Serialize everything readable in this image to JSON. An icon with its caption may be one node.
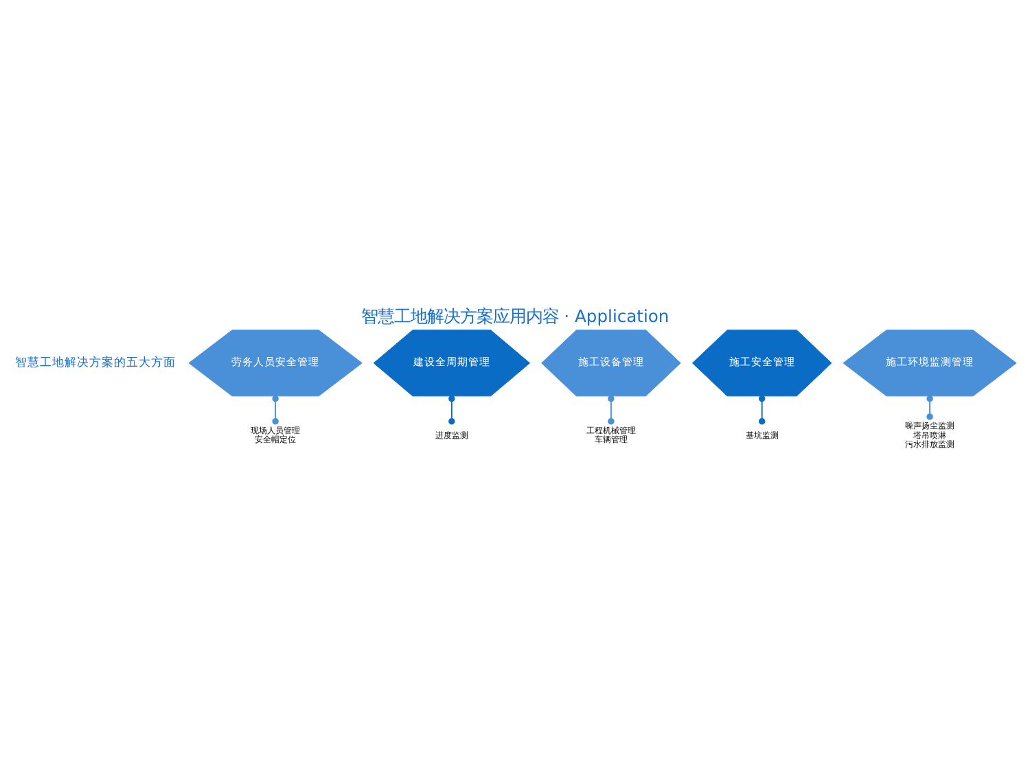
{
  "diagram": {
    "title": "智慧工地解决方案应用内容 · Application",
    "nodes": [
      {
        "text": [
          "劳务人员安全管理"
        ]
      },
      {
        "text": [
          "现场人员管理",
          "安全帽定位"
        ]
      },
      {
        "text": [
          "建设全周期管理"
        ]
      },
      {
        "text": [
          "进度监测"
        ]
      },
      {
        "text": [
          "施工设备管理"
        ]
      },
      {
        "text": [
          "工程机械管理",
          "车辆管理"
        ]
      },
      {
        "text": [
          "施工安全管理"
        ]
      },
      {
        "text": [
          "基坑监测"
        ]
      },
      {
        "text": [
          "施工环境监测管理"
        ]
      },
      {
        "text": [
          "噪声扬尘监测",
          "塔吊喷淋",
          "污水排放监测"
        ]
      }
    ],
    "edges": [
      {
        "from": 0,
        "to": 1,
        "arrow": "other"
      },
      {
        "from": 2,
        "to": 3,
        "arrow": "other",
        "color": "#0a6cc4"
      },
      {
        "from": 4,
        "to": 5,
        "arrow": "other"
      },
      {
        "from": 6,
        "to": 7,
        "arrow": "other",
        "color": "#0a6cc4"
      },
      {
        "from": 8,
        "to": 9,
        "arrow": "other"
      }
    ],
    "labels": [
      "智慧工地解决方案的五大方面"
    ]
  }
}
